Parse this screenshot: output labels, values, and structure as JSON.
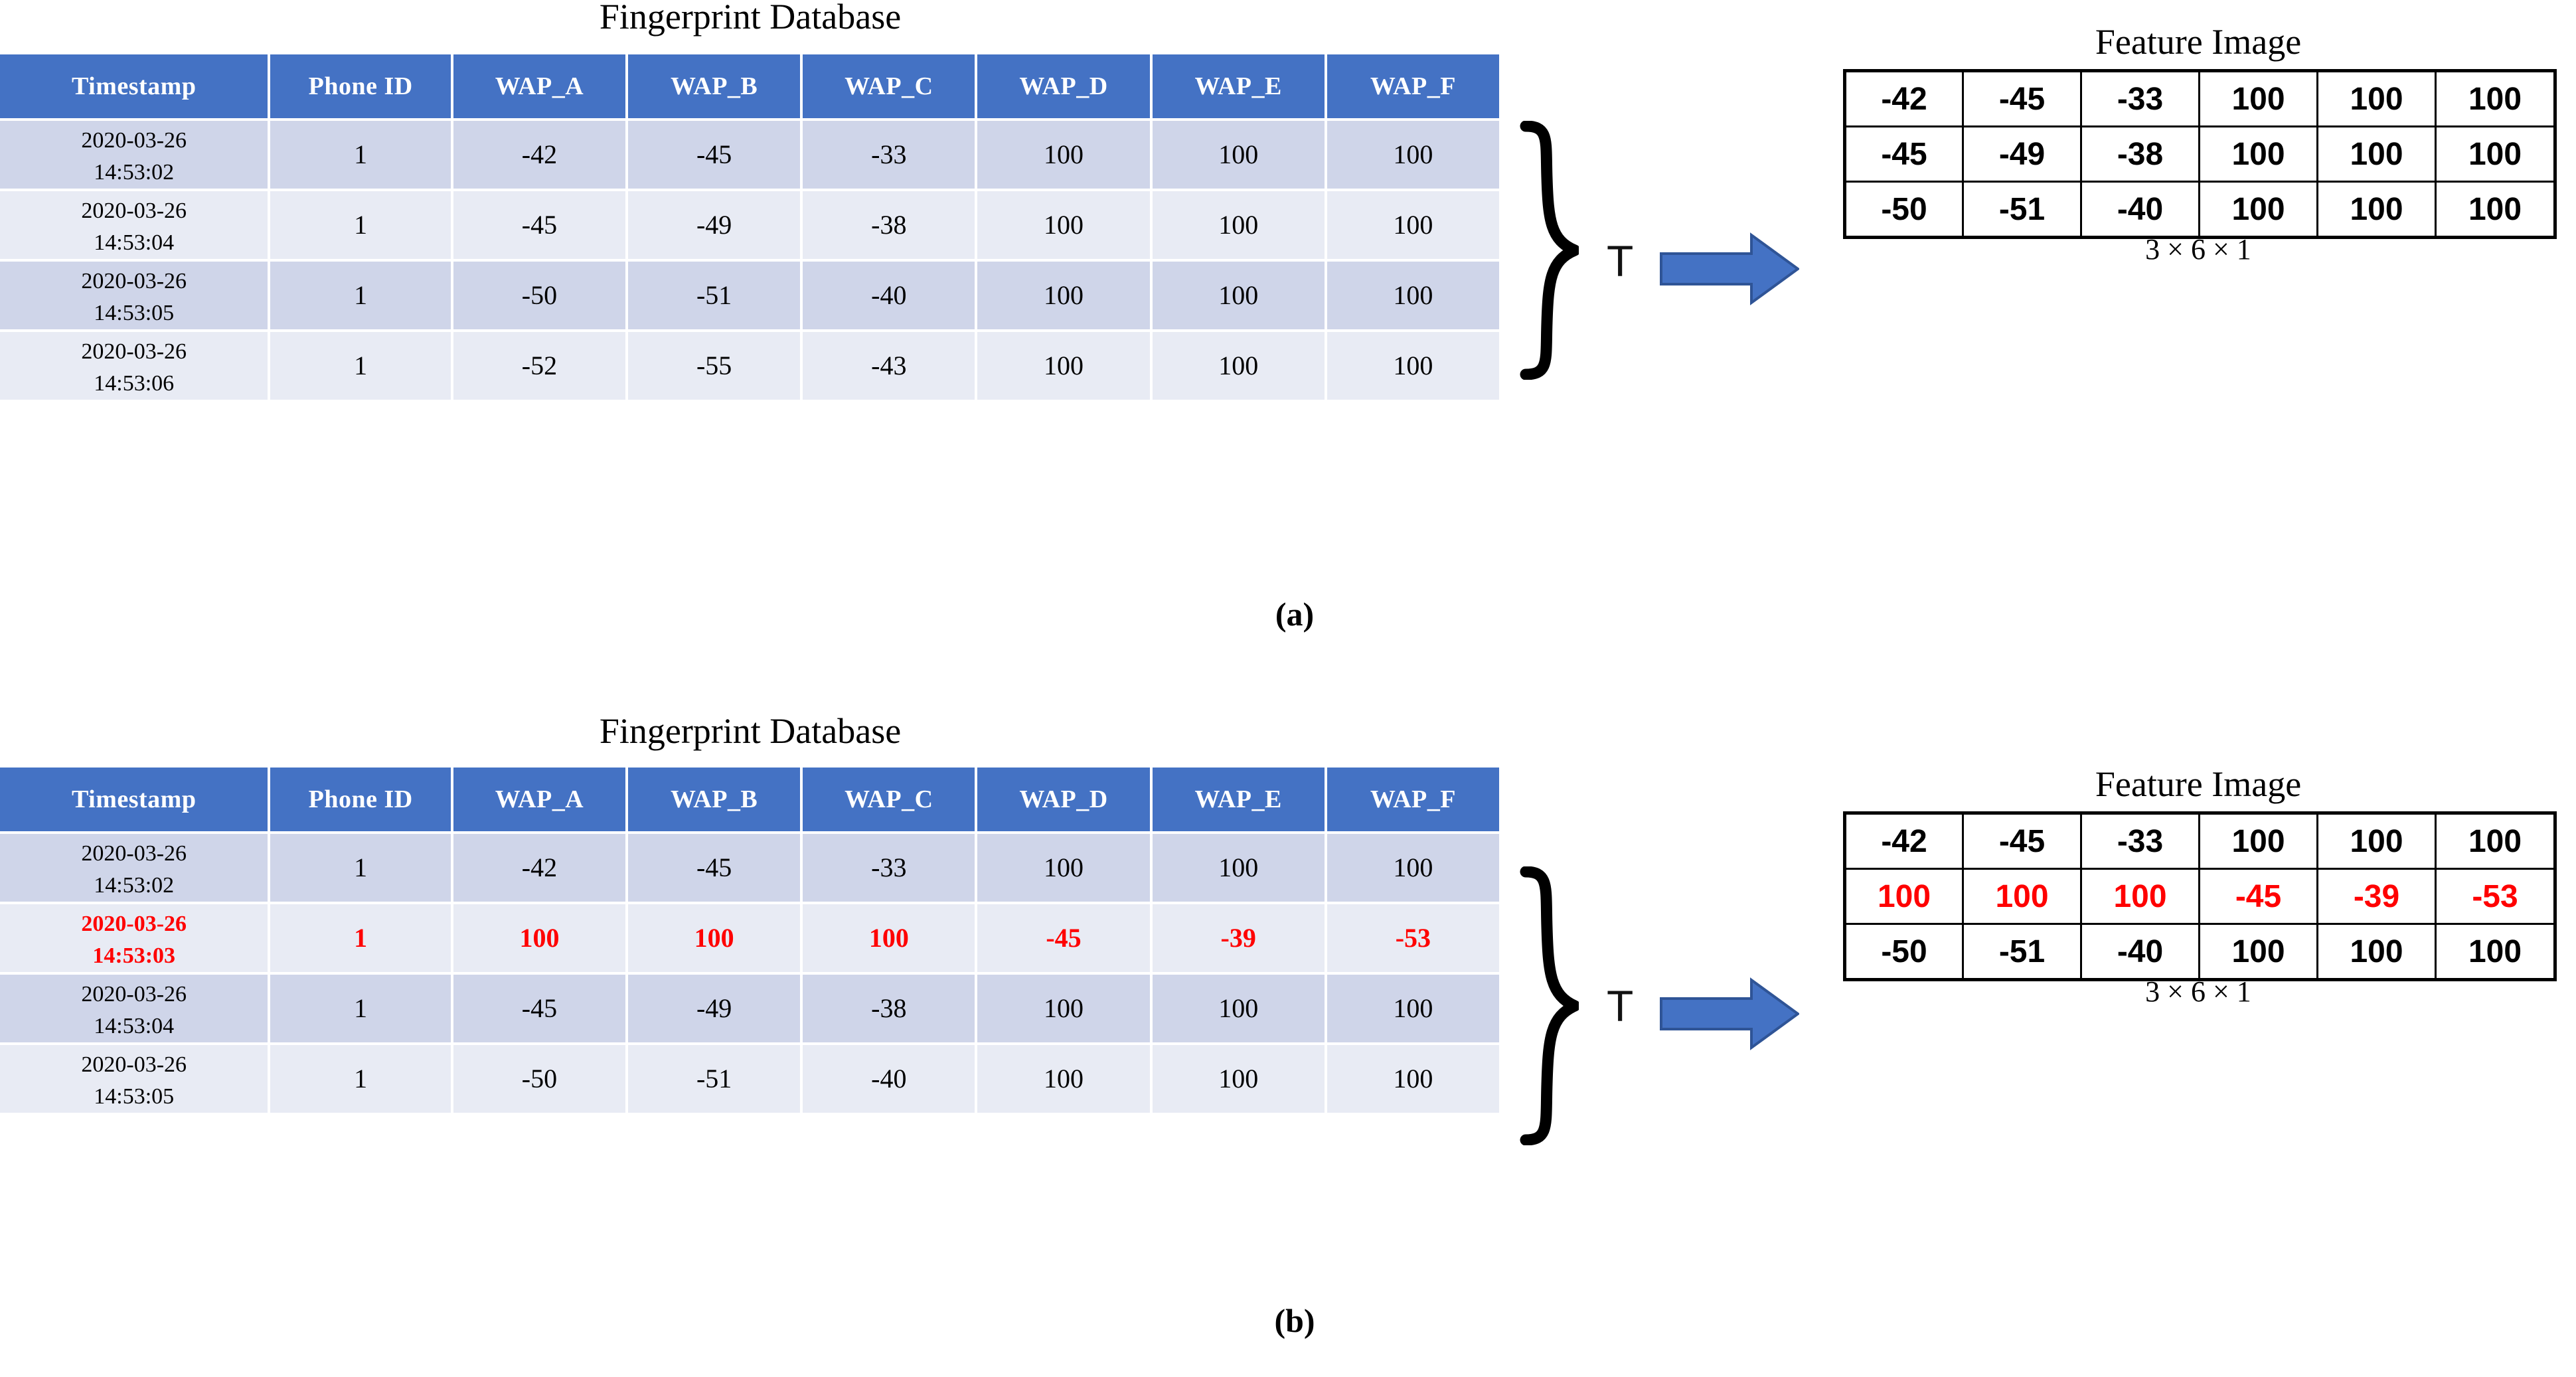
{
  "figure": {
    "panels": [
      {
        "caption": "(a)",
        "database": {
          "title": "Fingerprint Database",
          "columns": [
            "Timestamp",
            "Phone ID",
            "WAP_A",
            "WAP_B",
            "WAP_C",
            "WAP_D",
            "WAP_E",
            "WAP_F"
          ],
          "rows": [
            {
              "highlight": false,
              "cells": [
                "2020-03-26\n14:53:02",
                "1",
                "-42",
                "-45",
                "-33",
                "100",
                "100",
                "100"
              ]
            },
            {
              "highlight": false,
              "cells": [
                "2020-03-26\n14:53:04",
                "1",
                "-45",
                "-49",
                "-38",
                "100",
                "100",
                "100"
              ]
            },
            {
              "highlight": false,
              "cells": [
                "2020-03-26\n14:53:05",
                "1",
                "-50",
                "-51",
                "-40",
                "100",
                "100",
                "100"
              ]
            },
            {
              "highlight": false,
              "cells": [
                "2020-03-26\n14:53:06",
                "1",
                "-52",
                "-55",
                "-43",
                "100",
                "100",
                "100"
              ]
            }
          ]
        },
        "transform_label": "T",
        "feature_image": {
          "title": "Feature Image",
          "dims": "3 × 6 × 1",
          "rows": [
            {
              "highlight": false,
              "cells": [
                "-42",
                "-45",
                "-33",
                "100",
                "100",
                "100"
              ]
            },
            {
              "highlight": false,
              "cells": [
                "-45",
                "-49",
                "-38",
                "100",
                "100",
                "100"
              ]
            },
            {
              "highlight": false,
              "cells": [
                "-50",
                "-51",
                "-40",
                "100",
                "100",
                "100"
              ]
            }
          ]
        }
      },
      {
        "caption": "(b)",
        "database": {
          "title": "Fingerprint Database",
          "columns": [
            "Timestamp",
            "Phone ID",
            "WAP_A",
            "WAP_B",
            "WAP_C",
            "WAP_D",
            "WAP_E",
            "WAP_F"
          ],
          "rows": [
            {
              "highlight": false,
              "cells": [
                "2020-03-26\n14:53:02",
                "1",
                "-42",
                "-45",
                "-33",
                "100",
                "100",
                "100"
              ]
            },
            {
              "highlight": true,
              "cells": [
                "2020-03-26\n14:53:03",
                "1",
                "100",
                "100",
                "100",
                "-45",
                "-39",
                "-53"
              ]
            },
            {
              "highlight": false,
              "cells": [
                "2020-03-26\n14:53:04",
                "1",
                "-45",
                "-49",
                "-38",
                "100",
                "100",
                "100"
              ]
            },
            {
              "highlight": false,
              "cells": [
                "2020-03-26\n14:53:05",
                "1",
                "-50",
                "-51",
                "-40",
                "100",
                "100",
                "100"
              ]
            }
          ]
        },
        "transform_label": "T",
        "feature_image": {
          "title": "Feature Image",
          "dims": "3 × 6 × 1",
          "rows": [
            {
              "highlight": false,
              "cells": [
                "-42",
                "-45",
                "-33",
                "100",
                "100",
                "100"
              ]
            },
            {
              "highlight": true,
              "cells": [
                "100",
                "100",
                "100",
                "-45",
                "-39",
                "-53"
              ]
            },
            {
              "highlight": false,
              "cells": [
                "-50",
                "-51",
                "-40",
                "100",
                "100",
                "100"
              ]
            }
          ]
        }
      }
    ]
  },
  "colors": {
    "header_blue": "#4472C4",
    "row_dark": "#CFD5E9",
    "row_light": "#E8EBF4",
    "highlight_red": "#FF0000",
    "arrow_blue": "#4472C4",
    "arrow_border": "#2F5496"
  },
  "icons": {
    "brace": "right-curly-brace",
    "arrow": "right-arrow"
  }
}
